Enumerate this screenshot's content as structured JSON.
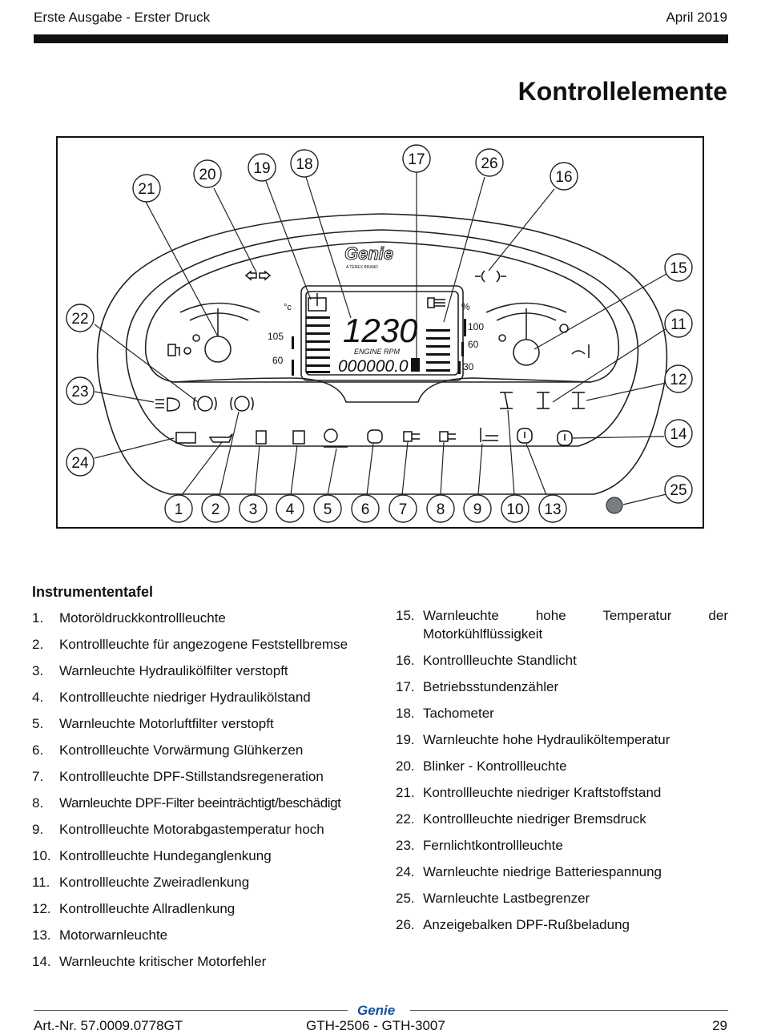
{
  "header": {
    "edition": "Erste Ausgabe - Erster Druck",
    "date": "April 2019"
  },
  "page_title": "Kontrollelemente",
  "figure": {
    "brand": "Genie",
    "brand_sub": "A TEREX BRAND",
    "rpm_value": "1230",
    "rpm_label": "ENGINE RPM",
    "hours_value": "000000.0",
    "temp_unit": "°c",
    "temp_ticks": [
      "105",
      "60"
    ],
    "pct_unit": "%",
    "pct_ticks": [
      "100",
      "60",
      "30"
    ],
    "callouts": [
      "1",
      "2",
      "3",
      "4",
      "5",
      "6",
      "7",
      "8",
      "9",
      "10",
      "11",
      "12",
      "13",
      "14",
      "15",
      "16",
      "17",
      "18",
      "19",
      "20",
      "21",
      "22",
      "23",
      "24",
      "25",
      "26"
    ],
    "icons": [
      "fuel-pump-icon",
      "turn-signal-icon",
      "hydraulic-temp-icon",
      "dpf-soot-icon",
      "side-light-icon",
      "coolant-temp-icon",
      "brake-pressure-icon",
      "parking-brake-icon",
      "high-beam-icon",
      "battery-icon",
      "oil-can-icon",
      "hydraulic-filter-icon",
      "hydraulic-level-icon",
      "air-filter-icon",
      "glow-plug-icon",
      "dpf-regen-icon",
      "dpf-damaged-icon",
      "exhaust-temp-icon",
      "crab-steer-icon",
      "two-wheel-steer-icon",
      "four-wheel-steer-icon",
      "engine-warning-icon",
      "critical-engine-icon",
      "load-limiter-lamp-icon"
    ]
  },
  "section_heading": "Instrumententafel",
  "items_left": [
    {
      "n": "1.",
      "text": "Motoröldruckkontrollleuchte"
    },
    {
      "n": "2.",
      "text": "Kontrollleuchte für angezogene Feststellbremse"
    },
    {
      "n": "3.",
      "text": "Warnleuchte Hydraulikölfilter verstopft"
    },
    {
      "n": "4.",
      "text": "Kontrollleuchte niedriger Hydraulikölstand"
    },
    {
      "n": "5.",
      "text": "Warnleuchte Motorluftfilter verstopft"
    },
    {
      "n": "6.",
      "text": "Kontrollleuchte Vorwärmung Glühkerzen"
    },
    {
      "n": "7.",
      "text": "Kontrollleuchte DPF-Stillstandsregeneration"
    },
    {
      "n": "8.",
      "text": "Warnleuchte DPF-Filter beeinträchtigt/beschädigt"
    },
    {
      "n": "9.",
      "text": "Kontrollleuchte Motorabgastemperatur hoch"
    },
    {
      "n": "10.",
      "text": "Kontrollleuchte Hundeganglenkung"
    },
    {
      "n": "11.",
      "text": "Kontrollleuchte Zweiradlenkung"
    },
    {
      "n": "12.",
      "text": "Kontrollleuchte Allradlenkung"
    },
    {
      "n": "13.",
      "text": "Motorwarnleuchte"
    },
    {
      "n": "14.",
      "text": "Warnleuchte kritischer Motorfehler"
    }
  ],
  "items_right": [
    {
      "n": "15.",
      "text": "Warnleuchte hohe Temperatur der Motorkühlflüssigkeit"
    },
    {
      "n": "16.",
      "text": "Kontrollleuchte Standlicht"
    },
    {
      "n": "17.",
      "text": "Betriebsstundenzähler"
    },
    {
      "n": "18.",
      "text": "Tachometer"
    },
    {
      "n": "19.",
      "text": "Warnleuchte hohe Hydrauliköltemperatur"
    },
    {
      "n": "20.",
      "text": "Blinker - Kontrollleuchte"
    },
    {
      "n": "21.",
      "text": "Kontrollleuchte niedriger Kraftstoffstand"
    },
    {
      "n": "22.",
      "text": "Kontrollleuchte niedriger Bremsdruck"
    },
    {
      "n": "23.",
      "text": "Fernlichtkontrollleuchte"
    },
    {
      "n": "24.",
      "text": "Warnleuchte niedrige Batteriespannung"
    },
    {
      "n": "25.",
      "text": "Warnleuchte Lastbegrenzer"
    },
    {
      "n": "26.",
      "text": "Anzeigebalken DPF-Rußbeladung"
    }
  ],
  "footer": {
    "logo": "Genie",
    "part_no": "Art.-Nr. 57.0009.0778GT",
    "models": "GTH-2506 - GTH-3007",
    "page": "29"
  }
}
